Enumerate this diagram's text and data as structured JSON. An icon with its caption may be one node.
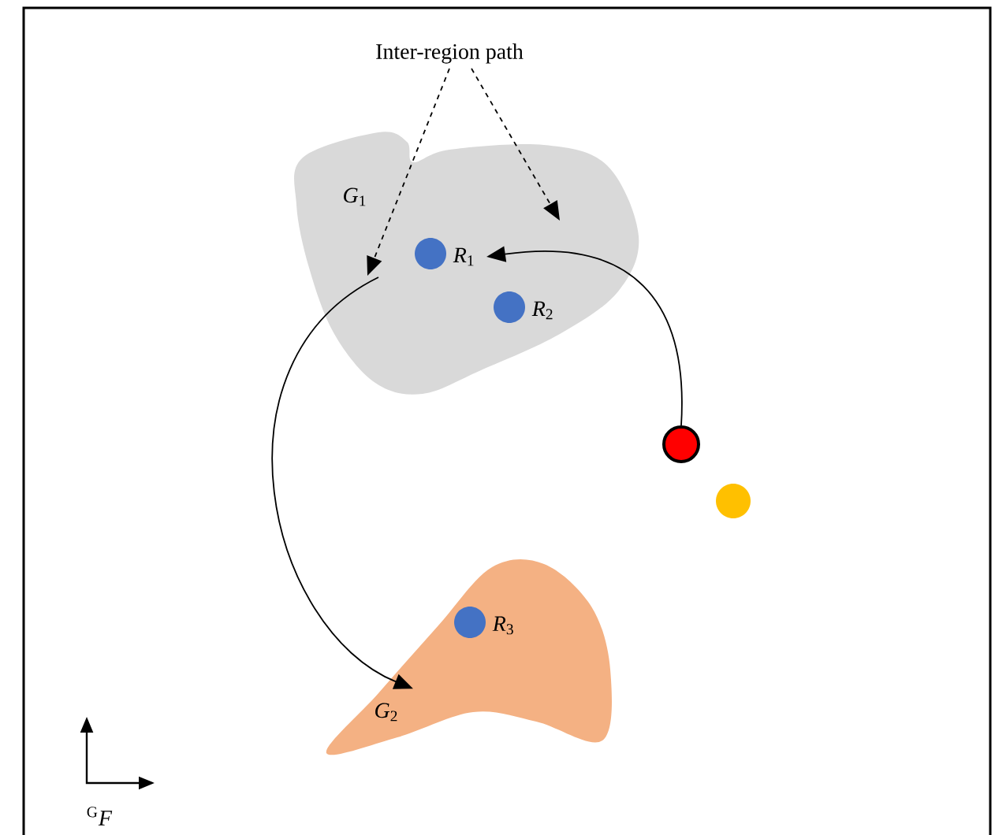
{
  "diagram": {
    "nodes": [
      {
        "text": [
          "Inter-region path"
        ]
      },
      {
        "text": [
          "*G*$_{1}$"
        ]
      },
      {
        "text": [],
        "shape": "circle",
        "beside": [
          "*R*$_{1}$"
        ],
        "in": 1
      },
      {
        "text": [],
        "shape": "circle",
        "beside": [
          "*R*$_{2}$"
        ],
        "in": 1
      },
      {
        "text": [
          "*G*$_{2}$"
        ]
      },
      {
        "text": [],
        "shape": "circle",
        "beside": [
          "*R*$_{3}$"
        ],
        "in": 4
      },
      {
        "text": [],
        "shape": "circle"
      },
      {
        "text": [],
        "shape": "circle"
      }
    ],
    "edges": [
      {
        "from": 0,
        "to": null,
        "arrow": "to",
        "style": "dashed"
      },
      {
        "from": 0,
        "to": null,
        "arrow": "to",
        "style": "dashed"
      },
      {
        "from": 6,
        "to": 2,
        "arrow": "to"
      },
      {
        "from": 2,
        "to": 4,
        "arrow": "to"
      }
    ],
    "labels": [
      "$^{G}$*F*"
    ]
  }
}
